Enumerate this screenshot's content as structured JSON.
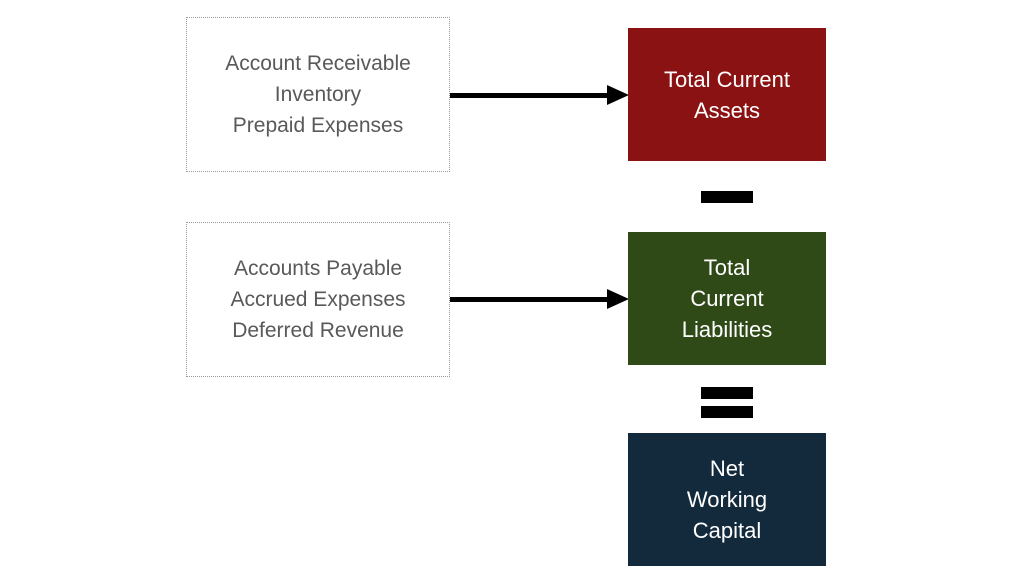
{
  "colors": {
    "assets_box": "#8a1212",
    "liabilities_box": "#2f4a16",
    "net_working_capital_box": "#13293c",
    "input_text": "#595959",
    "arrow": "#000000"
  },
  "inputs_assets": {
    "lines": [
      "Account Receivable",
      "Inventory",
      "Prepaid Expenses"
    ]
  },
  "inputs_liabilities": {
    "lines": [
      "Accounts Payable",
      "Accrued Expenses",
      "Deferred Revenue"
    ]
  },
  "results": {
    "total_current_assets": "Total Current\nAssets",
    "total_current_liabilities": "Total\nCurrent\nLiabilities",
    "net_working_capital": "Net\nWorking\nCapital"
  },
  "operators": {
    "minus": "−",
    "equals": "="
  }
}
